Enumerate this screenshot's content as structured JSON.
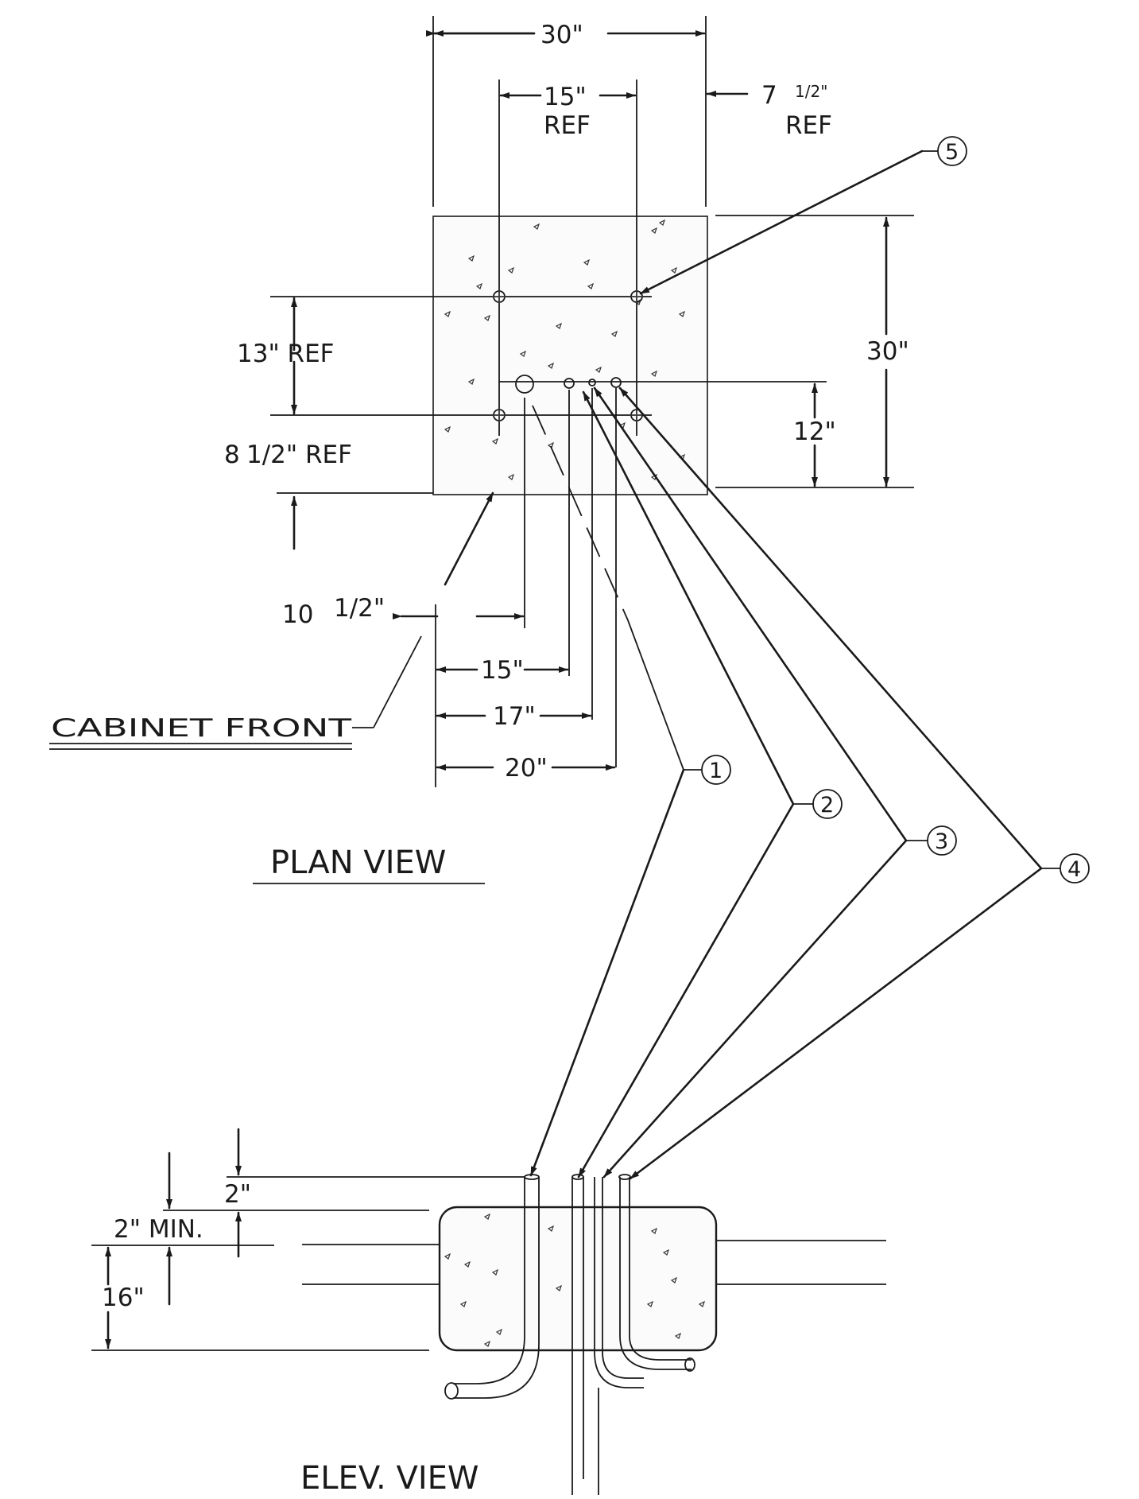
{
  "plan_view": {
    "title": "PLAN VIEW",
    "dimensions": {
      "overall_width": "30\"",
      "center_spacing": "15\"",
      "center_spacing_ref": "REF",
      "side_offset": "7",
      "side_offset_fraction": "1/2\"",
      "side_offset_ref": "REF",
      "depth_ref": "13\" REF",
      "front_offset": "8",
      "front_offset_fraction": "1/2\" REF",
      "overall_depth": "30\"",
      "conduit_row": "12\"",
      "conduit_1_offset": "10",
      "conduit_1_offset_fraction": "1/2\"",
      "conduit_2_offset": "15\"",
      "conduit_3_offset": "17\"",
      "conduit_4_offset": "20\""
    },
    "cabinet_front_label": "CABINET FRONT"
  },
  "elevation_view": {
    "title": "ELEV. VIEW",
    "dimensions": {
      "projection": "2\"",
      "min_cover": "2\" MIN.",
      "depth": "16\""
    }
  },
  "callouts": [
    "1",
    "2",
    "3",
    "4",
    "5"
  ]
}
